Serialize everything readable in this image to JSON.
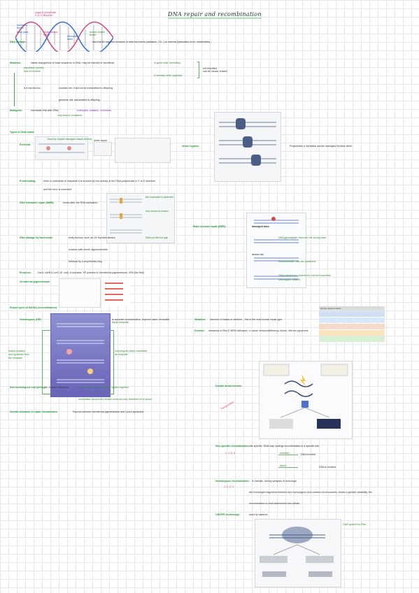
{
  "title": "DNA repair and recombination",
  "header": {
    "dna_labels": {
      "a1": "sugar & phosphate",
      "a2": "5' to 3' direction",
      "b1": "hydrogen",
      "b2": "bonds",
      "c1": "base pairs",
      "d1": "single strand",
      "d2": "break",
      "e1": "mismatch",
      "e2": "base",
      "f1": "double strand",
      "f2": "break"
    }
  },
  "sections": {
    "dna_damage": {
      "label": "DNA damage:",
      "text": "loss that fix together because of external events (radiation, UV...) or internal (replication error, metabolites)."
    },
    "mutation": {
      "label": "Mutation:",
      "text": "stable change/loss of base sequence in DNA, may be harmful or beneficial,",
      "note1": "transition/ purines:",
      "note2": "loss of function",
      "right1": "in germ cells: hereditary",
      "right2": "in somatic cells: acquired",
      "right3": "not inherited",
      "right4": "can be cancer related",
      "q": "is it harmful for:",
      "q1": "somatic cell: it will not be transmitted to offspring",
      "q2": "germline cell: transmitted to offspring"
    },
    "mutagenic": {
      "label": "Mutagens:",
      "text": "chemicals that alter DNA",
      "examples": "examples: radiation, chemicals",
      "side": "may lead to mutations"
    },
    "repair_types": {
      "label": "Types of DNA repair:",
      "reversal": "Reversal:",
      "reversal_note": "enzyme repairs damaged bases directly",
      "mid_label": "dimer repair",
      "right_label": "lesion bypass:",
      "right_text": "Polymerase η replicates across damaged thymine dimer"
    },
    "proofreading": {
      "label": "Proofreading:",
      "text": "when a nucleotide is mispaired it is excised by exo activity of the DNA polymerase in 3' to 5' direction",
      "text2": "and the error is corrected."
    },
    "mismatch": {
      "label": "DNA mismatch repair (MMR):",
      "text": "works after the DNA replication.",
      "fig1": "the mismatch is detected",
      "fig2": "new strand is nicked",
      "fig3": "DNA pol fills the gap"
    },
    "base_excision": {
      "label": "Base excision repair (BER):",
      "damaged": "damaged base",
      "s1": "DNA glycosylase: removes the wrong base",
      "s2": "abasic site",
      "s3": "endonuclease: cuts the backbone",
      "s4": "DNA polymerase: inserts the correct nucleotide",
      "s5": "DNA ligase: seals it"
    },
    "nucleotide_excision": {
      "label": "DNA damage by Nucleotide:",
      "text": "bulky lesions, such as UV thymine dimers,",
      "text2": "excision with whole oligonucleotide,",
      "text3": "followed by a resynthesis step."
    },
    "enzymes": {
      "label": "Enzymes:",
      "text": "UvrA, UvrB & UvrC (E. coli); in humans: XP proteins in Xeroderma pigmentosum; XPA (the first)",
      "diagram_label": "Xeroderma pigmentosum",
      "table_head": "human repair proteins"
    },
    "recombination": {
      "label": "Repair types of dsDNA (recombination):",
      "hr": "Homologous (HR):",
      "hr_text": "is accurate recombination, requires sister chromatid",
      "hr_note": "repair template",
      "hr_right": "homologous sister chromatid",
      "hr_right2": "as template",
      "left_note1": "strand invasion",
      "left_note2": "and synthesis from",
      "left_note3": "the template",
      "mutation_cells": "Mutation:",
      "mutation_text": "insertion of bases or deletion... this is the most known repair type.",
      "disease": "Disease:",
      "disease_text": "mutations in Blm & WRN helicases,, it cause immunodeficiency, bloom, Werner syndrome."
    },
    "nhej": {
      "label": "Non-homologous end joining:",
      "text": "ds. broken DNA ends",
      "t2": "error prone, ends are directly ligated together",
      "t3": "nucleotides around the broken ends are lost; therefore error prone",
      "rear": "Genetic diseases in repair mechanisms:",
      "rear_text": "Fanconi anemia, xeroderma pigmentosum and Lynch syndrome",
      "panel_label": "Double strand breaks:"
    },
    "homologous_rec": {
      "label": "Site-specific recombination:",
      "text": "site specific. DNA may undergo recombination in a specific site.",
      "red": "Transposition",
      "l1": "inverted",
      "l2": "direct",
      "r1": "DNA inverted",
      "r2": "DNA is excised"
    },
    "strand_exchange": {
      "label": "Homologous recombination:",
      "text": "in meiosis, during synapsis of homologs.",
      "nums": "1, 2, 3, 4",
      "text2": "the exchanged segments between two homologous and crossed chromosomes, leads to genetic variability, the",
      "text3": "recombination is what determines new alleles."
    },
    "crispr": {
      "label": "CRISPR technology:",
      "text": "used by bacteria",
      "fig_note": "Cas9 guided by RNA"
    }
  }
}
